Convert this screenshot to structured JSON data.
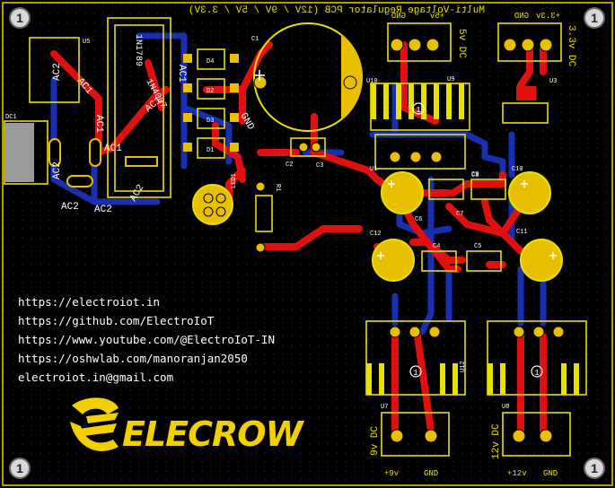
{
  "title_mirrored": "Multi-Voltage Regulator PCB (12V / 9V / 5V / 3.3V)",
  "links": [
    "https://electroiot.in",
    "https://github.com/ElectroIoT",
    "https://www.youtube.com/@ElectroIoT-IN",
    "https://oshwlab.com/manoranjan2050",
    "electroiot.in@gmail.com"
  ],
  "brand": "ELECROW",
  "corner_label": "1",
  "fiducial_label": "1",
  "outputs": {
    "v5": {
      "dc": "5v  DC",
      "gnd": "GND",
      "plus": "+5v"
    },
    "v33": {
      "dc": "3.3v  DC",
      "gnd": "GND",
      "plus": "+3.3v"
    },
    "v9": {
      "dc": "9v  DC",
      "plus": "+9v",
      "gnd": "GND"
    },
    "v12": {
      "dc": "12v  DC",
      "plus": "+12v",
      "gnd": "GND"
    }
  },
  "refdes": {
    "u5": "U5",
    "dc1": "DC1",
    "c1": "C1",
    "u10": "U10",
    "u9": "U9",
    "u1": "U1",
    "u3": "U3",
    "d1": "D1",
    "d2": "D2",
    "d3": "D3",
    "d4": "D4",
    "c2": "C2",
    "c3": "C3",
    "c4": "C4",
    "c5": "C5",
    "c6": "C6",
    "c7": "C7",
    "c8": "C8",
    "c9": "C9",
    "c10": "C10",
    "c11": "C11",
    "c12": "C12",
    "led1": "LED1",
    "u7": "U7",
    "u12": "U12",
    "u8": "U8",
    "r": "R1"
  },
  "nets": {
    "ac1": "AC1",
    "ac2": "AC2",
    "gnd": "GND",
    "in4007": "1N4007",
    "ic7809": "1N1789"
  },
  "colors": {
    "top_copper": "#e01010",
    "bottom_copper": "#1a2fb0",
    "silkscreen": "#e8e000",
    "pad": "#e8c000"
  }
}
